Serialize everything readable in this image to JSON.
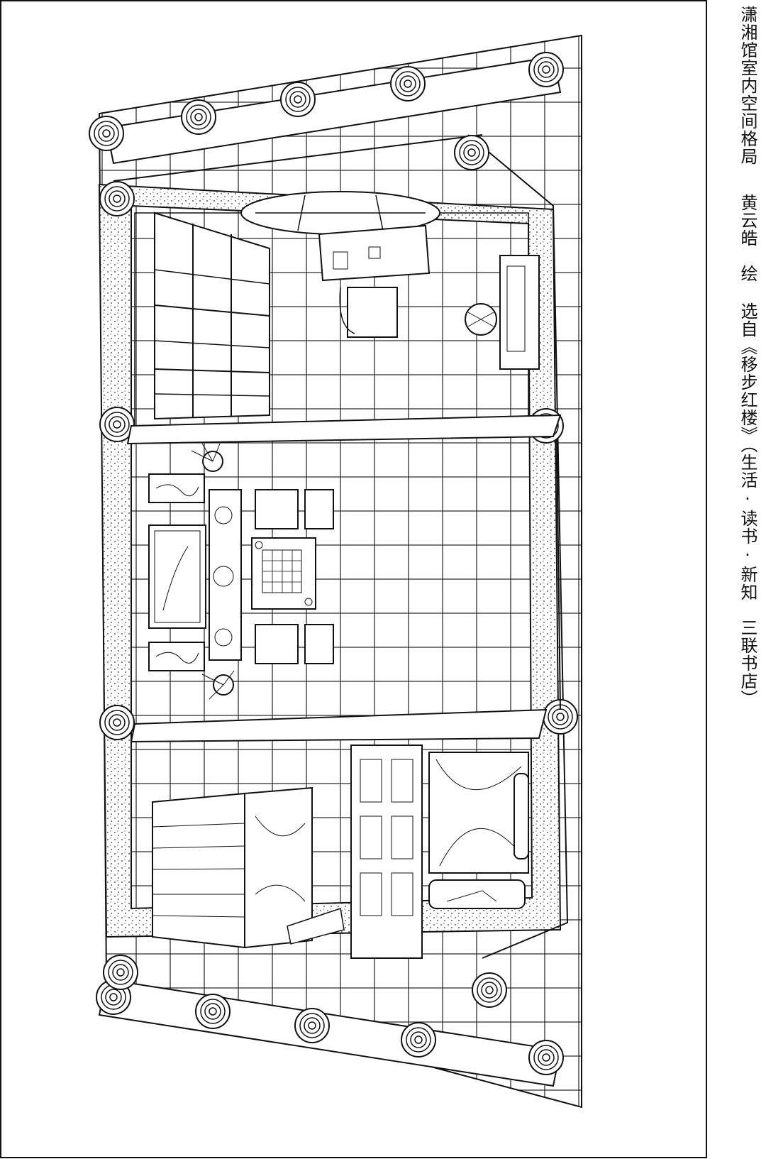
{
  "caption": {
    "title": "潇湘馆室内空间格局",
    "artist": "黄云皓　绘",
    "source": "选自《移步红楼》（生活·读书·新知　三联书店）"
  },
  "illustration": {
    "style": "black-and-white pen line drawing",
    "subject_icons": [
      "scroll-frame-icon",
      "bookshelf-icon",
      "go-board-table-icon",
      "canopy-bed-icon",
      "lattice-window-icon"
    ],
    "colors": {
      "ink": "#111111",
      "paper": "#ffffff",
      "stipple": "#444444"
    }
  }
}
